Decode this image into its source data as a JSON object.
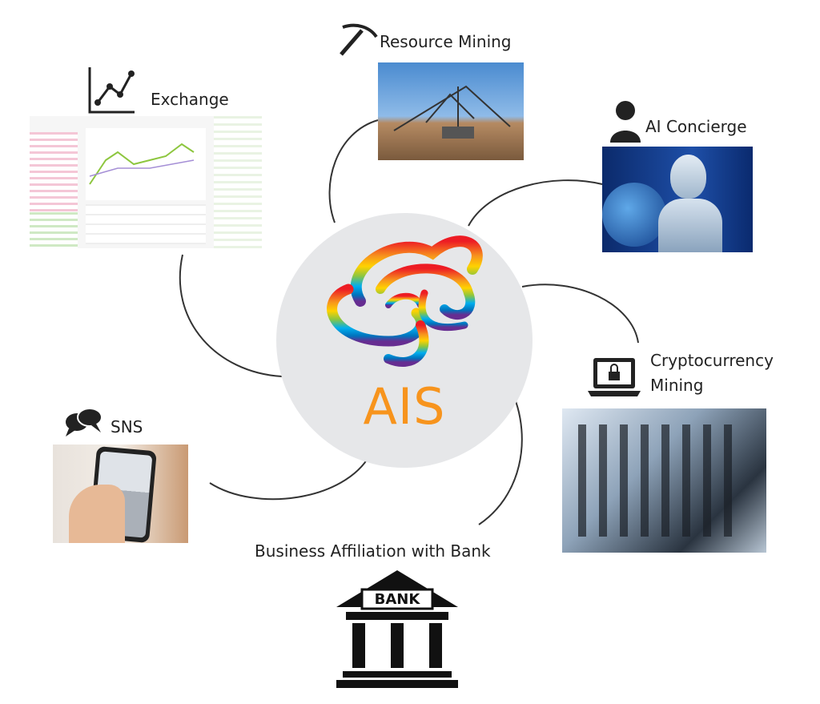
{
  "center": {
    "brand": "AIS",
    "brand_color": "#f7941d",
    "circle_color": "#e6e7e9"
  },
  "nodes": {
    "exchange": {
      "label": "Exchange",
      "icon": "line-chart-icon"
    },
    "resource_mining": {
      "label": "Resource Mining",
      "icon": "pickaxe-icon"
    },
    "ai_concierge": {
      "label": "AI Concierge",
      "icon": "person-icon"
    },
    "crypto_mining": {
      "label_line1": "Cryptocurrency",
      "label_line2": "Mining",
      "icon": "laptop-lock-icon"
    },
    "sns": {
      "label": "SNS",
      "icon": "chat-bubbles-icon"
    },
    "bank": {
      "label": "Business Affiliation with Bank",
      "icon": "bank-building-icon",
      "sign": "BANK"
    }
  }
}
